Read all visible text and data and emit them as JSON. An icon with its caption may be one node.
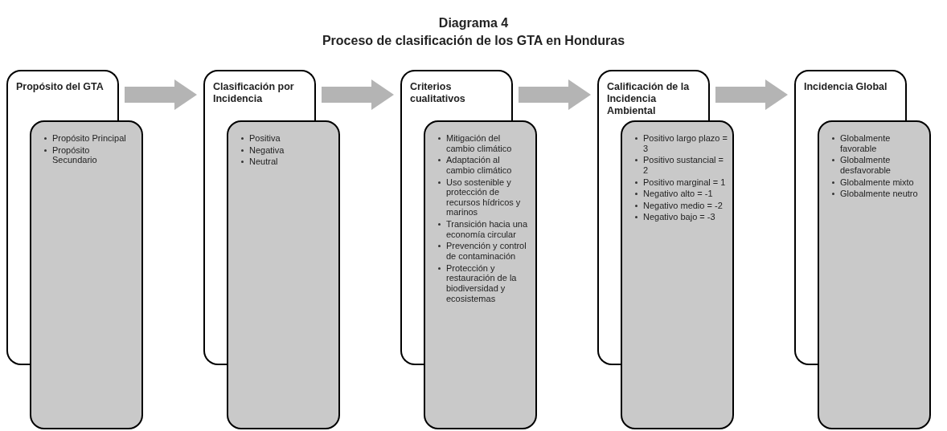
{
  "diagram": {
    "title": "Diagrama 4",
    "nodes": [
      {
        "text": [
          "Propósito del GTA"
        ]
      },
      {
        "text": [
          "Propósito Principal",
          "Propósito Secundario"
        ]
      },
      {
        "text": [
          "Clasificación por Incidencia"
        ]
      },
      {
        "text": [
          "Positiva",
          "Negativa",
          "Neutral"
        ]
      },
      {
        "text": [
          "Criterios cualitativos"
        ]
      },
      {
        "text": [
          "Mitigación del cambio climático",
          "Adaptación al cambio climático",
          "Uso sostenible y protección de recursos hídricos y marinos",
          "Transición hacia una economía circular",
          "Prevención y control de contaminación",
          "Protección y restauración de la biodiversidad y ecosistemas"
        ]
      },
      {
        "text": [
          "Calificación de la Incidencia Ambiental"
        ]
      },
      {
        "text": [
          "Positivo largo plazo = 3",
          "Positivo sustancial = 2",
          "Positivo marginal = 1",
          "Negativo alto = -1",
          "Negativo medio = -2",
          "Negativo bajo = -3"
        ]
      },
      {
        "text": [
          "Incidencia Global"
        ]
      },
      {
        "text": [
          "Globalmente favorable",
          "Globalmente desfavorable",
          "Globalmente mixto",
          "Globalmente neutro"
        ]
      }
    ],
    "edges": [
      {
        "from": 0,
        "to": 2,
        "arrow": "to"
      },
      {
        "from": 2,
        "to": 4,
        "arrow": "to"
      },
      {
        "from": 4,
        "to": 6,
        "arrow": "to"
      },
      {
        "from": 6,
        "to": 8,
        "arrow": "to"
      }
    ],
    "labels": [
      "Proceso de clasificación de los GTA en Honduras"
    ]
  }
}
